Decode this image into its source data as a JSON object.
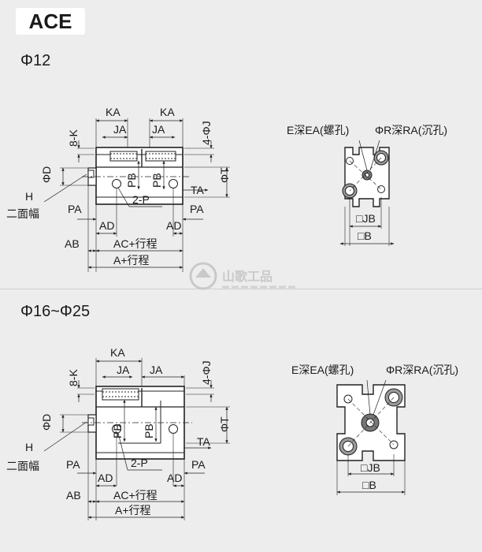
{
  "series_title": "ACE",
  "section_small": {
    "bore": "Φ12",
    "side_view": {
      "dims": {
        "KA_left": "KA",
        "KA_right": "KA",
        "JA_left": "JA",
        "JA_right": "JA",
        "port": "8-K",
        "hole": "4-ΦJ",
        "bore_d": "ΦD",
        "rod_t": "ΦT",
        "hex": "H",
        "hex_note": "二面幅",
        "PA_left": "PA",
        "PA_right": "PA",
        "P": "2-P",
        "TA": "TA",
        "PB_1": "PB",
        "PB_2": "PB",
        "AD_left": "AD",
        "AD_right": "AD",
        "AB": "AB",
        "AC": "AC+行程",
        "A": "A+行程"
      }
    },
    "end_view": {
      "thread": "E深EA(螺孔)",
      "counterbore": "ΦR深RA(沉孔)",
      "JB": "□JB",
      "B": "□B"
    }
  },
  "section_large": {
    "bore": "Φ16~Φ25",
    "side_view": {
      "dims": {
        "KA": "KA",
        "JA_left": "JA",
        "JA_right": "JA",
        "port": "8-K",
        "hole": "4-ΦJ",
        "bore_d": "ΦD",
        "rod_t": "ΦT",
        "hex": "H",
        "hex_note": "二面幅",
        "PA_left": "PA",
        "PA_right": "PA",
        "P": "2-P",
        "TA": "TA",
        "PB_1": "PB",
        "PB_2": "PB",
        "AD_left": "AD",
        "AD_right": "AD",
        "AB": "AB",
        "AC": "AC+行程",
        "A": "A+行程"
      }
    },
    "end_view": {
      "thread": "E深EA(螺孔)",
      "counterbore": "ΦR深RA(沉孔)",
      "JB": "□JB",
      "B": "□B"
    }
  },
  "watermark": {
    "brand_cn": "山歌工品"
  },
  "colors": {
    "background": "#ededed",
    "line": "#222222",
    "body_fill": "#ffffff",
    "watermark": "#c9c9c9"
  }
}
